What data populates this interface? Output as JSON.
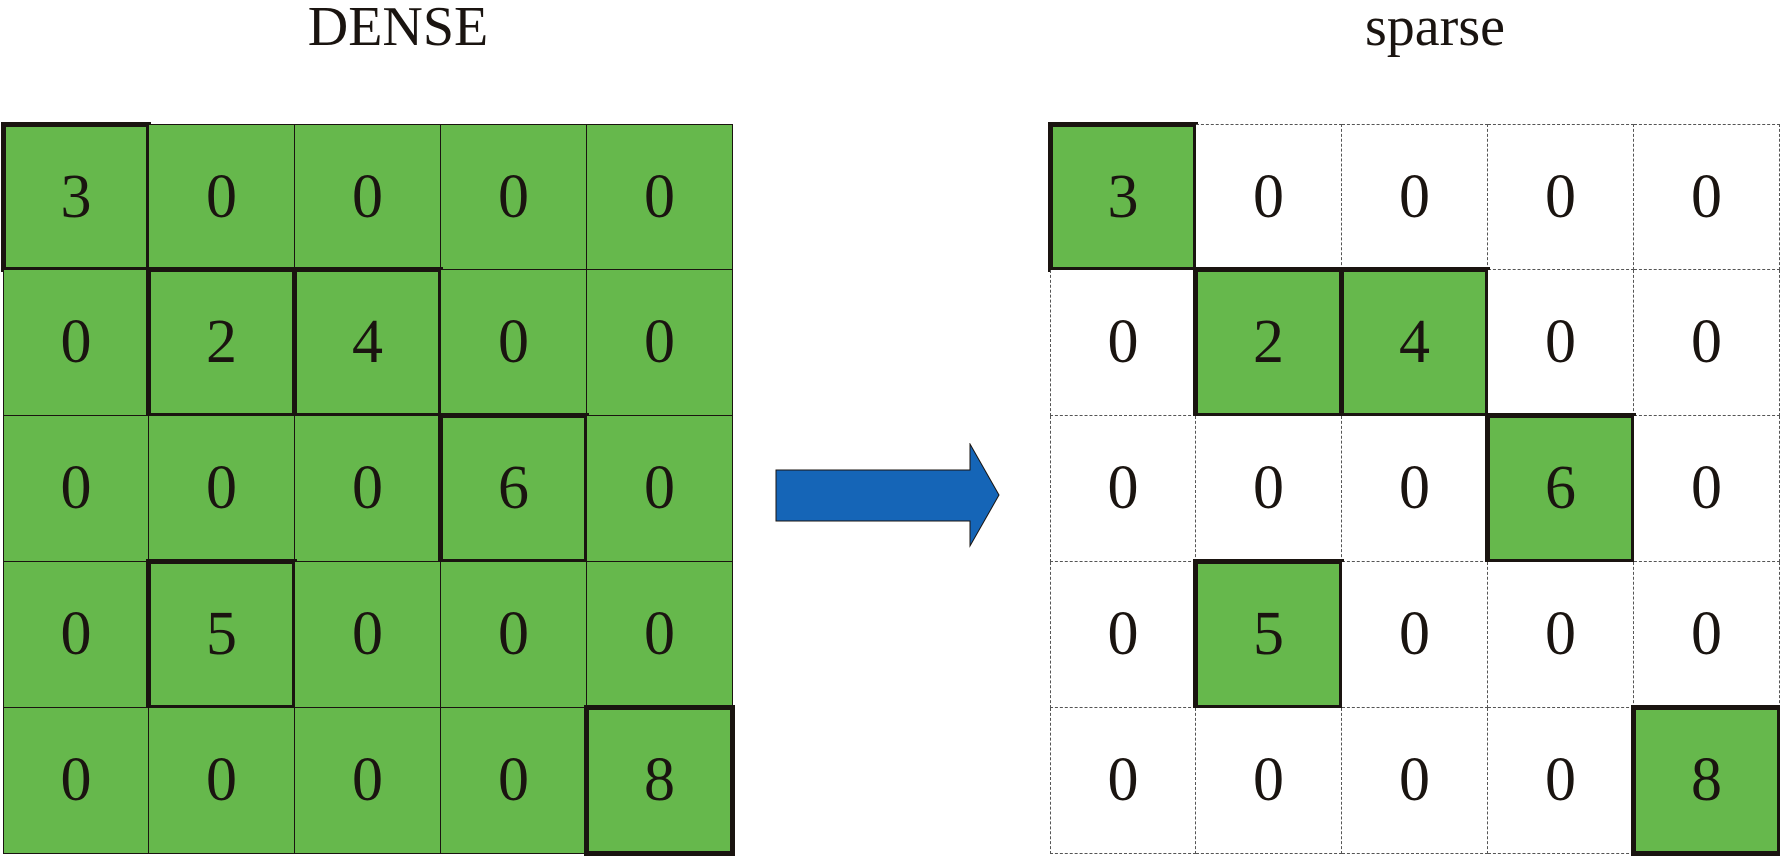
{
  "titles": {
    "dense": "DENSE",
    "sparse": "sparse"
  },
  "matrix": [
    [
      "3",
      "0",
      "0",
      "0",
      "0"
    ],
    [
      "0",
      "2",
      "4",
      "0",
      "0"
    ],
    [
      "0",
      "0",
      "0",
      "6",
      "0"
    ],
    [
      "0",
      "5",
      "0",
      "0",
      "0"
    ],
    [
      "0",
      "0",
      "0",
      "0",
      "8"
    ]
  ],
  "colors": {
    "cell_fill": "#66b84c",
    "outline": "#1a1410",
    "arrow_fill": "#1565b7",
    "background": "#ffffff"
  }
}
